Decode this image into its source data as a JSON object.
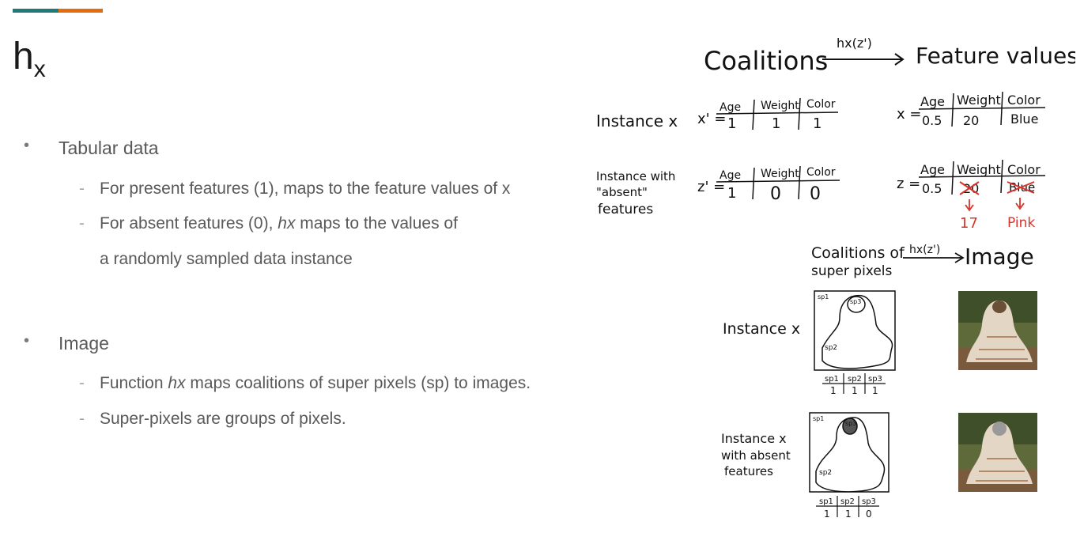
{
  "slide": {
    "title_main": "h",
    "title_sub": "x",
    "bullets": [
      {
        "label": "Tabular data",
        "subitems": [
          {
            "pre": "For present features (1), maps to the feature values of x",
            "em": "",
            "post": ""
          },
          {
            "pre": "For absent features (0), ",
            "em": "hx",
            "post": " maps to the values of"
          },
          {
            "pre": "a randomly sampled data instance",
            "em": "",
            "post": ""
          }
        ]
      },
      {
        "label": "Image",
        "subitems": [
          {
            "pre": "Function ",
            "em": "hx",
            "post": " maps coalitions of super pixels (sp) to images."
          },
          {
            "pre": "Super-pixels are groups of pixels.",
            "em": "",
            "post": ""
          }
        ]
      }
    ]
  },
  "figure": {
    "top_left": "Coalitions",
    "arrow_label": "hx(z')",
    "top_right": "Feature values",
    "row1_label": "Instance x",
    "row2_label_1": "Instance with",
    "row2_label_2": "\"absent\"",
    "row2_label_3": "features",
    "x_prime": "x' =",
    "z_prime": "z' =",
    "x_eq": "x =",
    "z_eq": "z =",
    "headers": [
      "Age",
      "Weight",
      "Color"
    ],
    "x_prime_vals": [
      "1",
      "1",
      "1"
    ],
    "z_prime_vals": [
      "1",
      "0",
      "0"
    ],
    "x_vals": [
      "0.5",
      "20",
      "Blue"
    ],
    "z_vals": [
      "0.5",
      "20",
      "Blue"
    ],
    "z_replacements": [
      "17",
      "Pink"
    ],
    "img_left_1": "Coalitions of",
    "img_left_2": "super pixels",
    "img_arrow_label": "hx(z')",
    "img_right": "Image",
    "img_row1_label": "Instance x",
    "img_row2_label_1": "Instance x",
    "img_row2_label_2": "with absent",
    "img_row2_label_3": "features",
    "sp_labels": [
      "sp1",
      "sp2",
      "sp3"
    ],
    "sp_row1_vals": [
      "1",
      "1",
      "1"
    ],
    "sp_row2_vals": [
      "1",
      "1",
      "0"
    ],
    "colors": {
      "accent_teal": "#1f7a78",
      "accent_orange": "#e46c0a",
      "annotation_red": "#d6342b"
    }
  }
}
